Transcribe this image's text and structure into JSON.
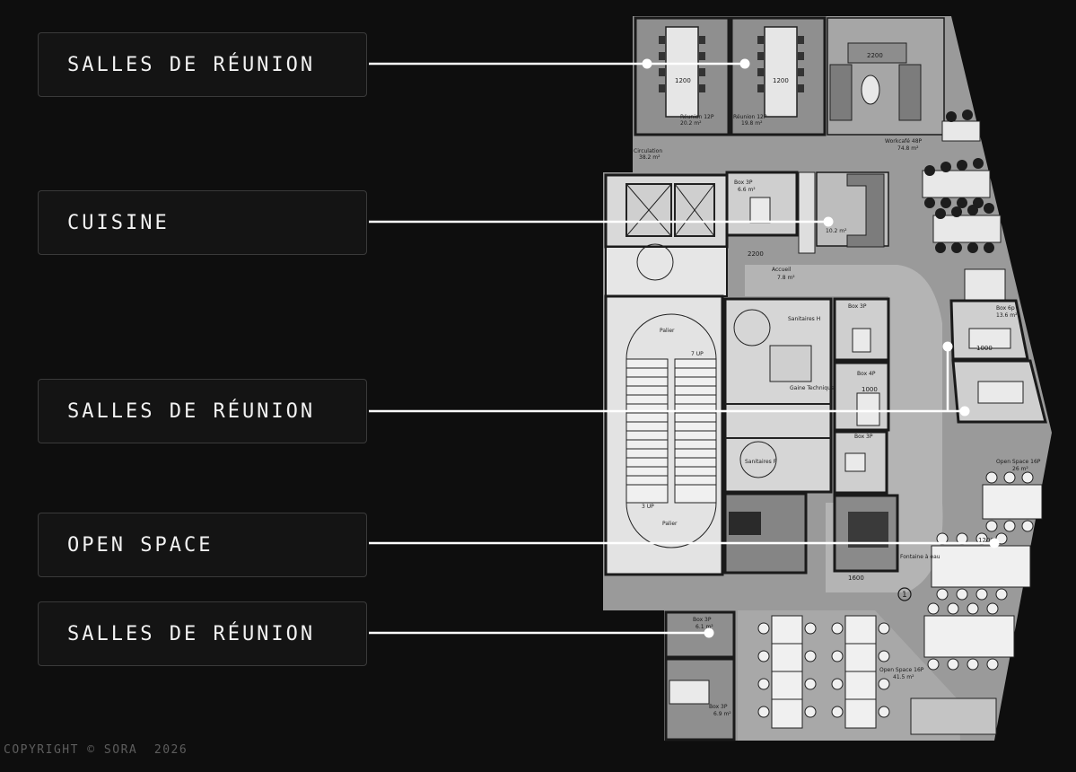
{
  "callouts": [
    {
      "label": "SALLES DE RÉUNION"
    },
    {
      "label": "CUISINE"
    },
    {
      "label": "SALLES DE RÉUNION"
    },
    {
      "label": "OPEN SPACE"
    },
    {
      "label": "SALLES DE RÉUNION"
    }
  ],
  "plan": {
    "rooms": {
      "reunion_1": "Réunion 12P",
      "reunion_1_area": "20.2 m²",
      "reunion_2": "Réunion 12P",
      "reunion_2_area": "19.8 m²",
      "circulation": "Circulation",
      "circulation_area": "38.2 m²",
      "workcafe": "Workcafé 48P",
      "workcafe_area": "74.8 m²",
      "box_3p_top": "Box 3P",
      "box_3p_top_area": "6.6 m²",
      "cafeteria_area": "10.2 m²",
      "accueil": "Accueil",
      "accueil_area": "7.8 m²",
      "box_3p_mid": "Box 3P",
      "box_4p": "Box 4P",
      "box_3p_low": "Box 3P",
      "box_6p": "Box 6p",
      "box_6p_area": "13.6 m²",
      "sanitaires_h": "Sanitaires H",
      "sanitaires_f": "Sanitaires F",
      "gaine_technique": "Gaine Technique",
      "palier_top": "Palier",
      "palier_bottom": "Palier",
      "stair_up_1": "7 UP",
      "stair_up_2": "3 UP",
      "open_space_16p_a": "Open Space 16P",
      "open_space_16p_a_area": "26 m²",
      "open_space_16p_b": "Open Space 16P",
      "open_space_16p_b_area": "41.5 m²",
      "box_3p_bottom_1": "Box 3P",
      "box_3p_bottom_1_area": "6.1 m²",
      "box_3p_bottom_2": "Box 3P",
      "box_3p_bottom_2_area": "6.9 m²",
      "fontaine": "Fontaine à eau",
      "marker": "1",
      "dims": [
        "1200",
        "1200",
        "2200",
        "1000",
        "1000",
        "1600",
        "2200",
        "1200"
      ]
    }
  },
  "footer": {
    "copyright": "COPYRIGHT © SORA  2026"
  }
}
